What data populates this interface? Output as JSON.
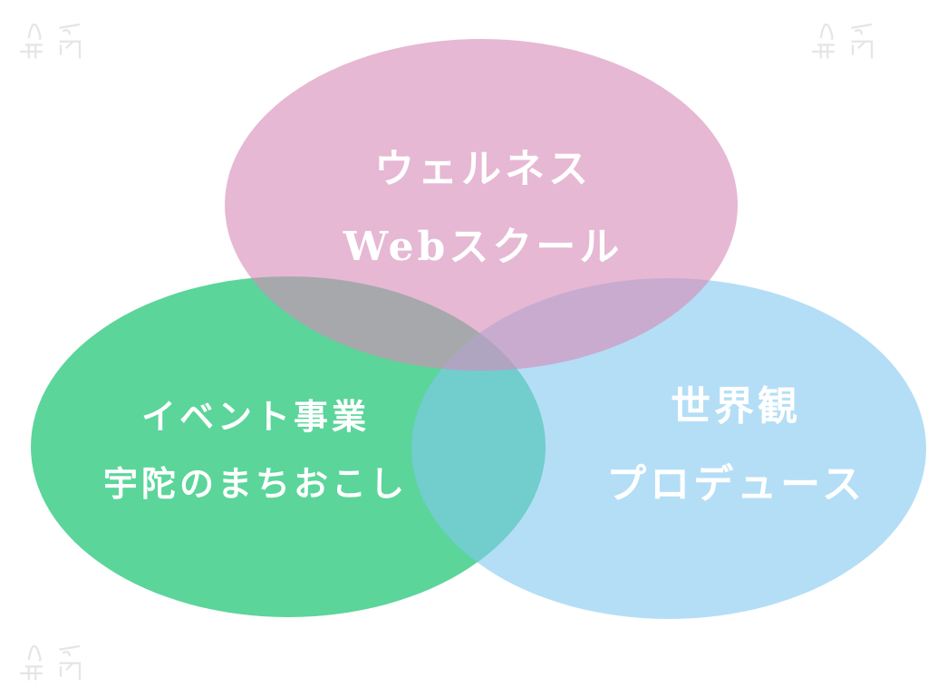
{
  "diagram": {
    "type": "venn",
    "circles": [
      {
        "id": "wellness",
        "lines": [
          "ウェルネス",
          "Webスクール"
        ],
        "color": "#e6b8d3"
      },
      {
        "id": "event",
        "lines": [
          "イベント事業",
          "宇陀のまちおこし"
        ],
        "color": "#5bd59a"
      },
      {
        "id": "worldview",
        "lines": [
          "世界観",
          "プロデュース"
        ],
        "color": "#b2ddf5"
      }
    ]
  }
}
